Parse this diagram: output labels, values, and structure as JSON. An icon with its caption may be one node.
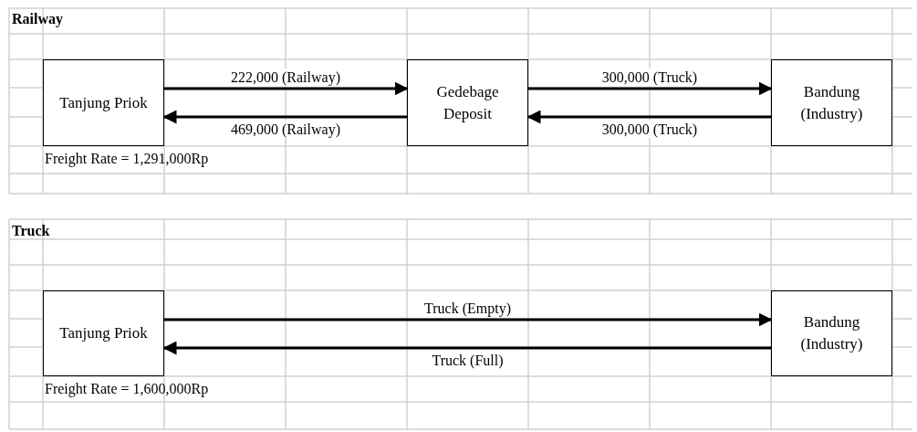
{
  "diagram": {
    "nodes": [
      {
        "text": [
          "Tanjung Priok"
        ]
      },
      {
        "text": [
          "Gedebage Deposit"
        ]
      },
      {
        "text": [
          "Bandung (Industry)"
        ]
      },
      {
        "text": [
          "Tanjung Priok"
        ]
      },
      {
        "text": [
          "Bandung (Industry)"
        ]
      }
    ],
    "edges": [
      {
        "from": 0,
        "to": 1,
        "arrow": "to",
        "label": "222,000 (Railway)"
      },
      {
        "from": 1,
        "to": 0,
        "arrow": "to",
        "label": "469,000 (Railway)"
      },
      {
        "from": 1,
        "to": 2,
        "arrow": "to",
        "label": "300,000 (Truck)"
      },
      {
        "from": 2,
        "to": 1,
        "arrow": "to",
        "label": "300,000 (Truck)"
      },
      {
        "from": 3,
        "to": 4,
        "arrow": "to",
        "label": "Truck (Empty)"
      },
      {
        "from": 4,
        "to": 3,
        "arrow": "to",
        "label": "Truck (Full)"
      }
    ],
    "labels": [
      "Railway",
      "Freight Rate = 1,291,000Rp",
      "Truck",
      "Freight Rate = 1,600,000Rp"
    ]
  }
}
